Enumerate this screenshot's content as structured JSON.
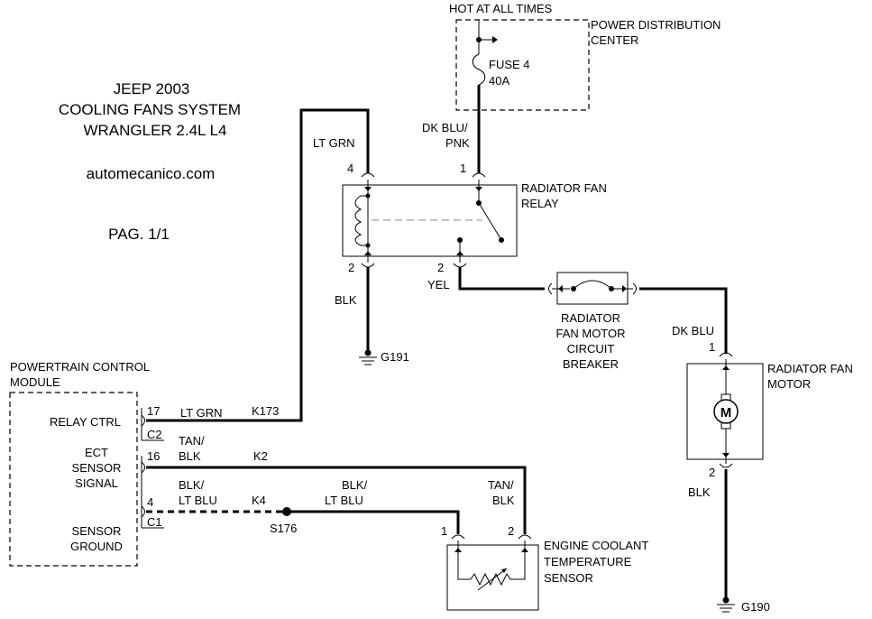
{
  "title": {
    "line1": "JEEP 2003",
    "line2": "COOLING FANS SYSTEM",
    "line3": "WRANGLER 2.4L L4",
    "site": "automecanico.com",
    "page": "PAG. 1/1"
  },
  "power": {
    "hot_label": "HOT AT ALL TIMES",
    "pdc_line1": "POWER DISTRIBUTION",
    "pdc_line2": "CENTER",
    "fuse_line1": "FUSE 4",
    "fuse_line2": "40A"
  },
  "relay": {
    "label_line1": "RADIATOR FAN",
    "label_line2": "RELAY",
    "pin4": "4",
    "pin1": "1",
    "pin2_left": "2",
    "pin2_right": "2"
  },
  "breaker": {
    "line1": "RADIATOR",
    "line2": "FAN MOTOR",
    "line3": "CIRCUIT",
    "line4": "BREAKER"
  },
  "motor": {
    "label_line1": "RADIATOR FAN",
    "label_line2": "MOTOR",
    "symbol": "M",
    "pin1": "1",
    "pin2": "2"
  },
  "pcm": {
    "label_line1": "POWERTRAIN CONTROL",
    "label_line2": "MODULE",
    "relay_ctrl": "RELAY CTRL",
    "ect_line1": "ECT",
    "ect_line2": "SENSOR",
    "ect_line3": "SIGNAL",
    "gnd_line1": "SENSOR",
    "gnd_line2": "GROUND",
    "pin17": "17",
    "pin16": "16",
    "pin4": "4",
    "conn_c2": "C2",
    "conn_c1": "C1"
  },
  "sensor": {
    "line1": "ENGINE COOLANT",
    "line2": "TEMPERATURE",
    "line3": "SENSOR",
    "pin1": "1",
    "pin2": "2"
  },
  "wires": {
    "lt_grn_top": "LT GRN",
    "lt_grn_pcm": "LT GRN",
    "k173": "K173",
    "dk_blu_pnk_1": "DK BLU/",
    "dk_blu_pnk_2": "PNK",
    "blk_relay": "BLK",
    "yel": "YEL",
    "dk_blu": "DK BLU",
    "blk_motor": "BLK",
    "tan_blk_1": "TAN/",
    "tan_blk_2": "BLK",
    "k2": "K2",
    "blk_ltblu_1": "BLK/",
    "blk_ltblu_2": "LT BLU",
    "k4": "K4",
    "blk_ltblu_mid_1": "BLK/",
    "blk_ltblu_mid_2": "LT BLU",
    "tan_blk_sensor_1": "TAN/",
    "tan_blk_sensor_2": "BLK",
    "s176": "S176"
  },
  "grounds": {
    "g191": "G191",
    "g190": "G190"
  }
}
